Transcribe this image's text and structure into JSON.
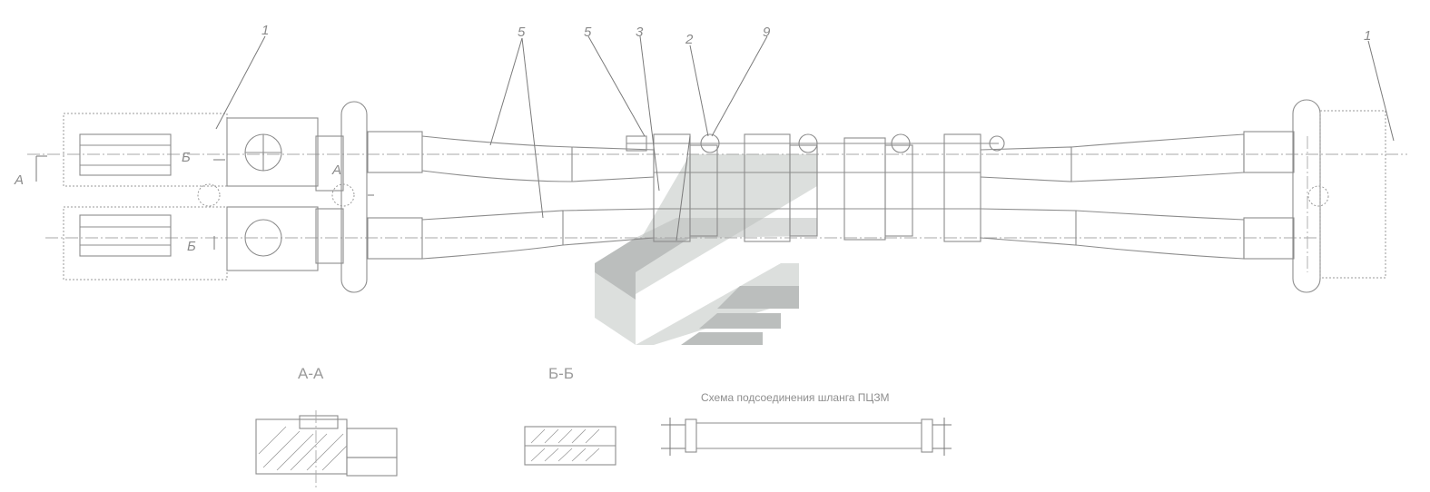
{
  "callouts": {
    "c_left": "1",
    "c_multi": "5",
    "c_a": "5",
    "c_b": "3",
    "c_c": "2",
    "c_d": "9",
    "c_right": "1"
  },
  "markers": {
    "a_left": "A",
    "a_mid": "A",
    "b_top": "Б",
    "b_bottom": "Б"
  },
  "sections": {
    "aa": "А-А",
    "bb": "Б-Б"
  },
  "scheme_caption": "Схема подсоединения шланга ПЦЗМ",
  "logo": {
    "dark_color": "#b4b8b6",
    "light_color": "#d9dcda"
  }
}
